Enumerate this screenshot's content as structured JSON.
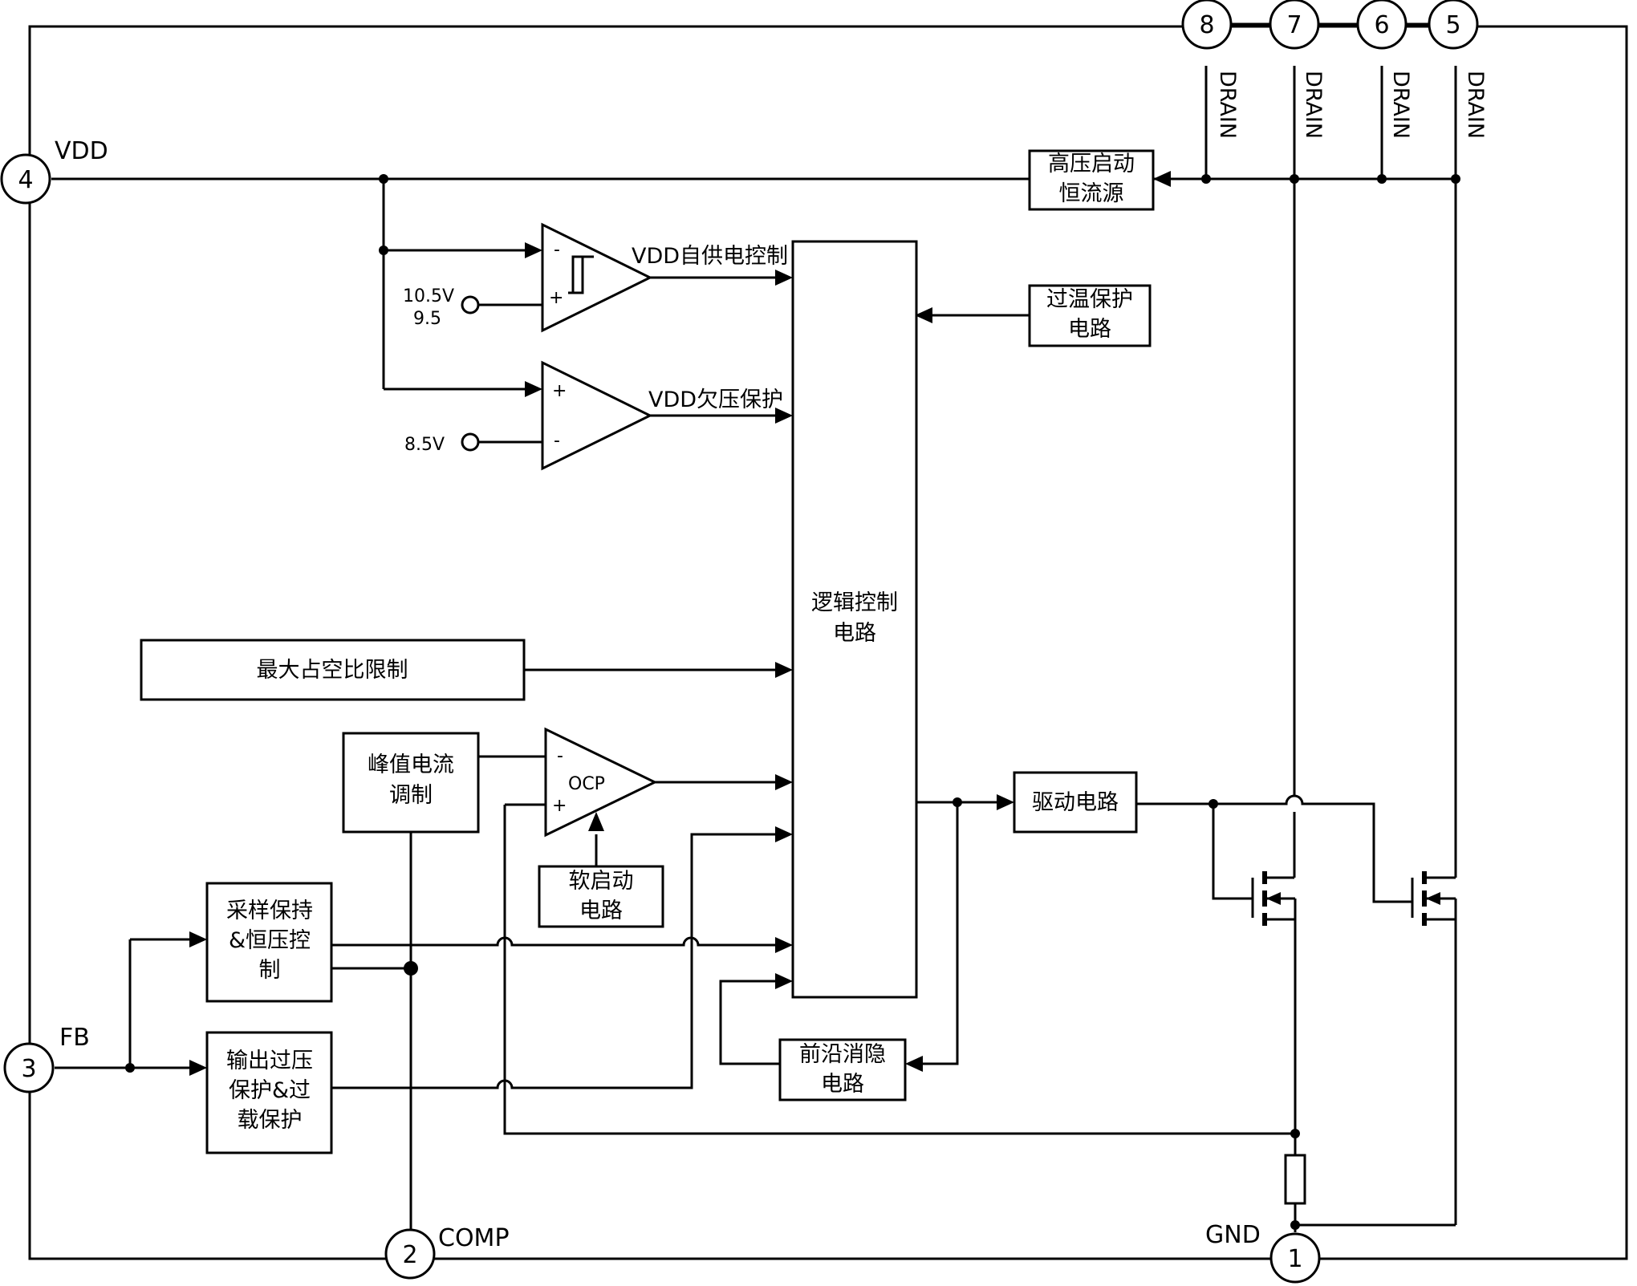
{
  "pins": {
    "p1": "1",
    "p2": "2",
    "p3": "3",
    "p4": "4",
    "p5": "5",
    "p6": "6",
    "p7": "7",
    "p8": "8"
  },
  "pin_names": {
    "vdd": "VDD",
    "fb": "FB",
    "comp": "COMP",
    "gnd": "GND",
    "drain8": "DRAIN",
    "drain7": "DRAIN",
    "drain6": "DRAIN",
    "drain5": "DRAIN"
  },
  "blocks": {
    "hv_startup": [
      "高压启动",
      "恒流源"
    ],
    "over_temp": [
      "过温保护",
      "电路"
    ],
    "logic": [
      "逻辑控制",
      "电路"
    ],
    "max_duty": "最大占空比限制",
    "peak_current": [
      "峰值电流",
      "调制"
    ],
    "soft_start": [
      "软启动",
      "电路"
    ],
    "sample_hold": [
      "采样保持",
      "&恒压控",
      "制"
    ],
    "ovp": [
      "输出过压",
      "保护&过",
      "载保护"
    ],
    "leb": [
      "前沿消隐",
      "电路"
    ],
    "driver": "驱动电路"
  },
  "comparators": {
    "vdd_supply": {
      "label": "VDD自供电控制",
      "minus": "-",
      "plus": "+",
      "ref_top": "10.5V",
      "ref_bottom": "9.5"
    },
    "uvlo": {
      "label": "VDD欠压保护",
      "minus": "-",
      "plus": "+",
      "ref": "8.5V"
    },
    "ocp": {
      "label": "OCP",
      "minus": "-",
      "plus": "+"
    }
  }
}
